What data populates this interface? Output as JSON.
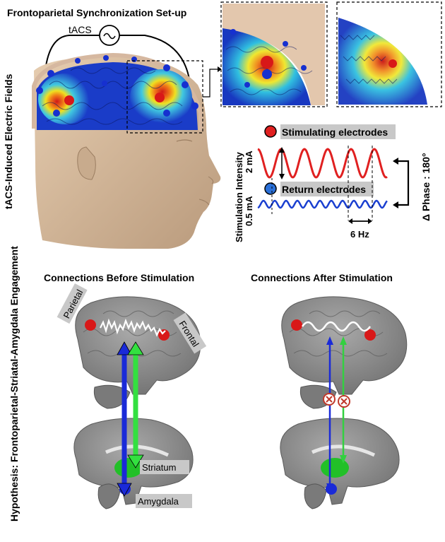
{
  "setup": {
    "title": "Frontoparietal Synchronization Set-up",
    "tacs_label": "tACS",
    "side_label": "tACS-Induced Electric Fields"
  },
  "waveform": {
    "ylabel": "Stimulation Intensity",
    "high_amp": "2 mA",
    "low_amp": "0.5 mA",
    "stim_label": "Stimulating electrodes",
    "return_label": "Return electrodes",
    "freq_label": "6 Hz",
    "phase_label": "Δ Phase : 180°",
    "colors": {
      "stim": "#e02020",
      "return": "#1a3fd0"
    }
  },
  "hypothesis": {
    "side_label": "Hypothesis: Frontoparietal-Striatal-Amygdala Engagement",
    "before_title": "Connections Before Stimulation",
    "after_title": "Connections After Stimulation",
    "parietal": "Parietal",
    "frontal": "Frontal",
    "striatum": "Striatum",
    "amygdala": "Amygdala"
  },
  "colors": {
    "electrode_red": "#d81818",
    "electrode_blue": "#1630d0",
    "striatum_green": "#22c028",
    "amygdala_blue": "#1a2ad8",
    "skin": "#ddc3a6",
    "brain_gray": "#8d8d8d"
  }
}
